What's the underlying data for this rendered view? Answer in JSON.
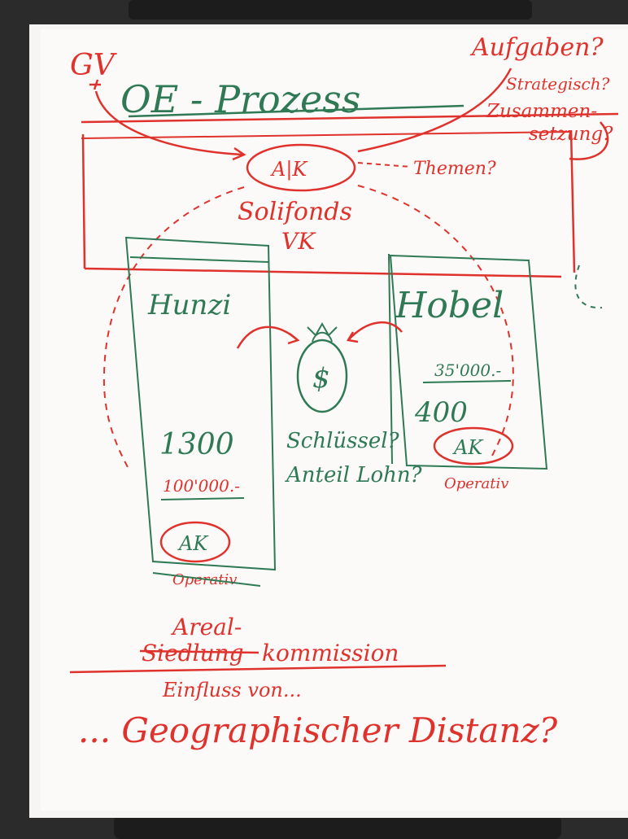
{
  "colors": {
    "paper": "#f6f5f3",
    "red_marker": "#e0322c",
    "green_marker": "#2f7a55",
    "frame": "#2b2b2b"
  },
  "title": "OE - Prozess",
  "top_left": "GV",
  "top_right": {
    "line1": "Aufgaben?",
    "line2": "Strategisch?",
    "line3": "Zusammen-",
    "line4": "setzung?"
  },
  "center": {
    "ak": "A|K",
    "themen": "Themen?",
    "solifonds": "Solifonds",
    "vk": "VK"
  },
  "left_box": {
    "name": "Hunzi",
    "count": "1300",
    "amount": "100'000.-",
    "ak": "AK",
    "label": "Operativ"
  },
  "right_box": {
    "name": "Hobel",
    "amount": "35'000.-",
    "count": "400",
    "ak": "AK",
    "label": "Operativ"
  },
  "money_bag": {
    "symbol": "$",
    "question1": "Schlüssel?",
    "question2": "Anteil Lohn?"
  },
  "bottom": {
    "areal": "Areal-",
    "siedlung": "Siedlung",
    "kommission": "kommission",
    "einfluss": "Einfluss von...",
    "distanz": "... Geographischer Distanz?"
  }
}
